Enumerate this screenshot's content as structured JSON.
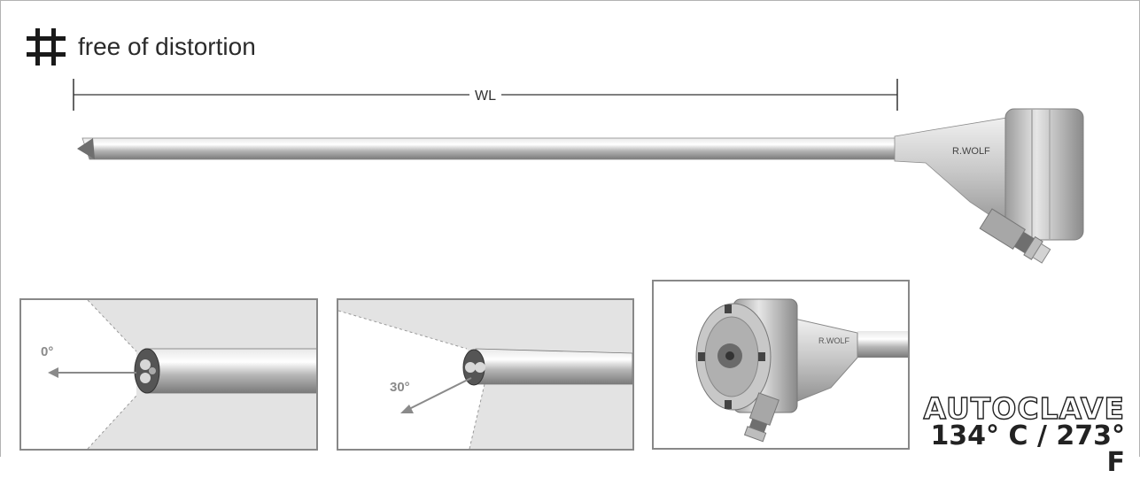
{
  "header": {
    "title": "free of distortion",
    "icon": "hash-grid-icon"
  },
  "dimension": {
    "label": "WL"
  },
  "brand": {
    "logo_text": "R.WOLF"
  },
  "views": [
    {
      "angle_label": "0°"
    },
    {
      "angle_label": "30°"
    }
  ],
  "autoclave": {
    "word": "AUTOCLAVE",
    "temperature": "134° C / 273° F"
  },
  "colors": {
    "text": "#2b2b2b",
    "panel_border": "#888888",
    "field_of_view": "#e3e3e3",
    "arrow": "#8a8a8a"
  }
}
